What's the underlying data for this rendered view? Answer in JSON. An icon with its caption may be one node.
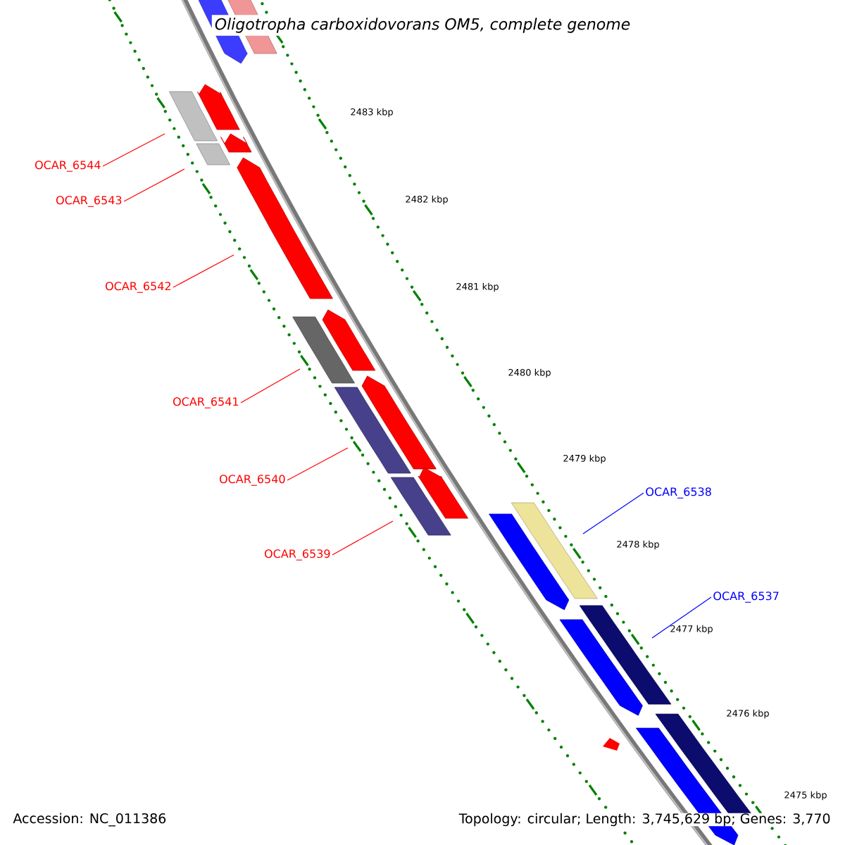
{
  "diagram": {
    "title": "Oligotropha carboxidovorans OM5, complete genome",
    "nodes": [
      {
        "text": [
          "OCAR_6544"
        ]
      },
      {
        "text": [
          "OCAR_6543"
        ]
      },
      {
        "text": [
          "OCAR_6542"
        ]
      },
      {
        "text": [
          "OCAR_6541"
        ]
      },
      {
        "text": [
          "OCAR_6540"
        ]
      },
      {
        "text": [
          "OCAR_6539"
        ]
      },
      {
        "text": [
          "OCAR_6538"
        ]
      },
      {
        "text": [
          "OCAR_6537"
        ]
      }
    ],
    "edges": [
      {
        "from": 0,
        "to": null,
        "arrow": "none"
      },
      {
        "from": 1,
        "to": null,
        "arrow": "none"
      },
      {
        "from": 2,
        "to": null,
        "arrow": "none"
      },
      {
        "from": 3,
        "to": null,
        "arrow": "none"
      },
      {
        "from": 4,
        "to": null,
        "arrow": "none"
      },
      {
        "from": 5,
        "to": null,
        "arrow": "none"
      },
      {
        "from": 6,
        "to": null,
        "arrow": "none",
        "color": "#0000ff"
      },
      {
        "from": 7,
        "to": null,
        "arrow": "none",
        "color": "#0000ff"
      }
    ],
    "labels": [
      "2483 kbp",
      "2482 kbp",
      "2481 kbp",
      "2480 kbp",
      "2479 kbp",
      "2478 kbp",
      "2477 kbp",
      "2476 kbp",
      "2475 kbp",
      "Accession: NC_011386",
      "Topology: circular; Length: 3,745,629 bp; Genes: 3,770"
    ]
  }
}
